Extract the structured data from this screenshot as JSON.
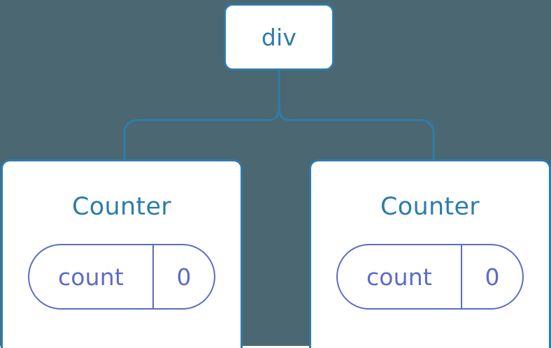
{
  "diagram": {
    "type": "component-tree",
    "title": "React component tree with local state",
    "background_color": "#4b6771",
    "node_border_color": "#2e7cab",
    "node_fill_color": "#ffffff",
    "connector_color": "#2e7cab",
    "state_color": "#5c6bc8",
    "root": {
      "label": "div"
    },
    "children": [
      {
        "label": "Counter",
        "state": {
          "key": "count",
          "value": "0"
        }
      },
      {
        "label": "Counter",
        "state": {
          "key": "count",
          "value": "0"
        }
      }
    ]
  }
}
